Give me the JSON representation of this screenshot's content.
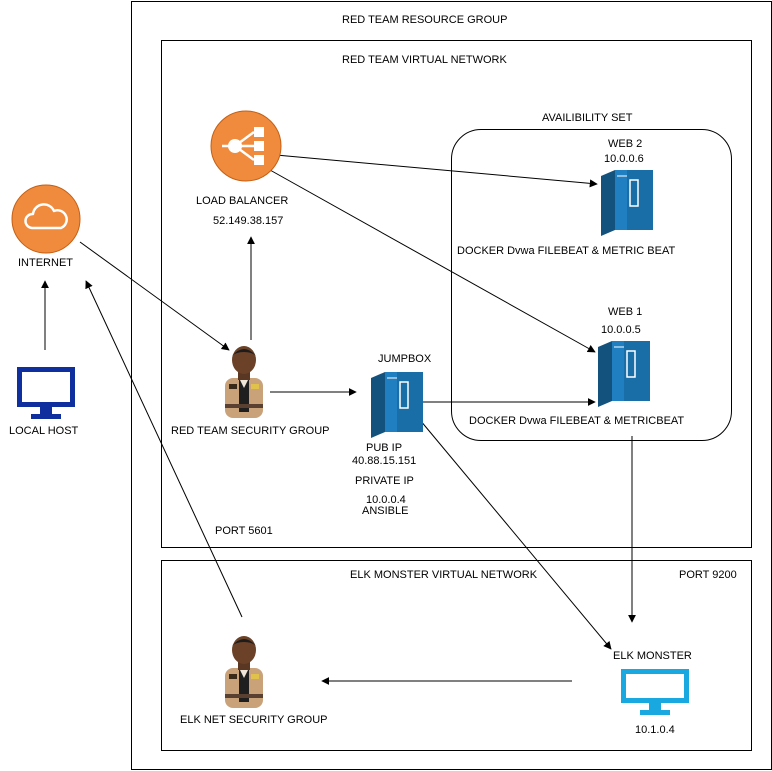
{
  "resource_group": {
    "title": "RED TEAM RESOURCE GROUP"
  },
  "red_vnet": {
    "title": "RED TEAM VIRTUAL NETWORK"
  },
  "availability_set": {
    "title": "AVAILIBILITY SET"
  },
  "elk_vnet": {
    "title": "ELK MONSTER VIRTUAL NETWORK"
  },
  "load_balancer": {
    "name": "LOAD BALANCER",
    "ip": "52.149.38.157",
    "icon": "load-balancer-icon",
    "color": "#f08a3c"
  },
  "internet": {
    "name": "INTERNET",
    "icon": "cloud-icon",
    "color": "#f08a3c"
  },
  "local_host": {
    "name": "LOCAL HOST",
    "icon": "monitor-icon",
    "color": "#0f2f9e"
  },
  "red_security_group": {
    "name": "RED TEAM SECURITY GROUP",
    "icon": "security-guard-icon"
  },
  "jumpbox": {
    "name": "JUMPBOX",
    "pub_ip_label": "PUB IP",
    "pub_ip": "40.88.15.151",
    "private_ip_label": "PRIVATE IP",
    "private_ip": "10.0.0.4",
    "role": "ANSIBLE",
    "icon": "server-icon",
    "color": "#1a6ea8"
  },
  "web2": {
    "name": "WEB 2",
    "ip": "10.0.0.6",
    "services": "DOCKER Dvwa FILEBEAT & METRIC BEAT",
    "icon": "server-icon"
  },
  "web1": {
    "name": "WEB 1",
    "ip": "10.0.0.5",
    "services": "DOCKER Dvwa FILEBEAT & METRICBEAT",
    "icon": "server-icon"
  },
  "ports": {
    "kibana": "PORT 5601",
    "elastic": "PORT 9200"
  },
  "elk_monster": {
    "name": "ELK MONSTER",
    "ip": "10.1.0.4",
    "icon": "monitor-icon",
    "color": "#19a8e0"
  },
  "elk_security_group": {
    "name": "ELK NET SECURITY GROUP",
    "icon": "security-guard-icon"
  }
}
